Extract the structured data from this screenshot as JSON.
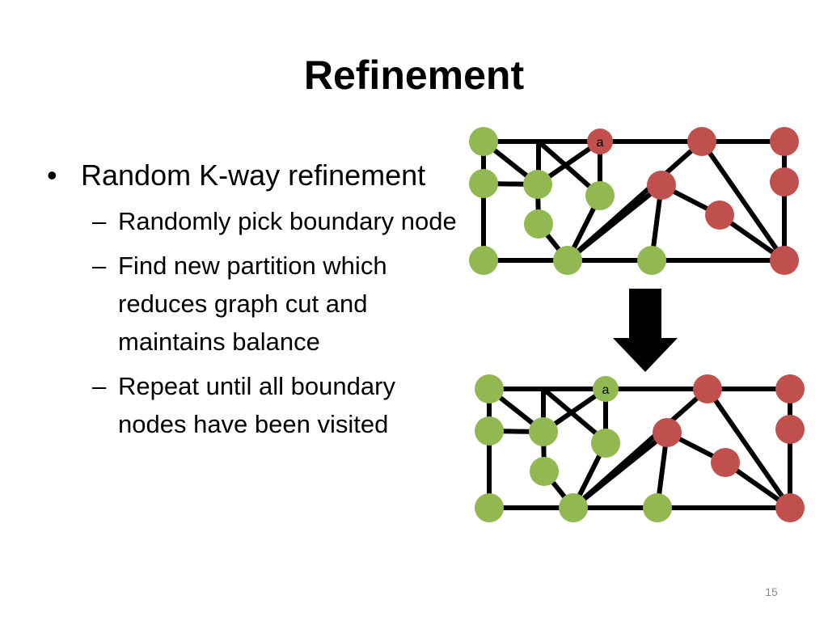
{
  "title": "Refinement",
  "bullets": {
    "main": "Random K-way refinement",
    "items": [
      "Randomly pick boundary node",
      "Find new partition which reduces graph cut and maintains balance",
      "Repeat until all boundary nodes have been visited"
    ]
  },
  "graph": {
    "node_label": "a",
    "colors": {
      "green": "#92b851",
      "red": "#c0504d",
      "edge": "#000000"
    }
  },
  "slide_number": "15"
}
